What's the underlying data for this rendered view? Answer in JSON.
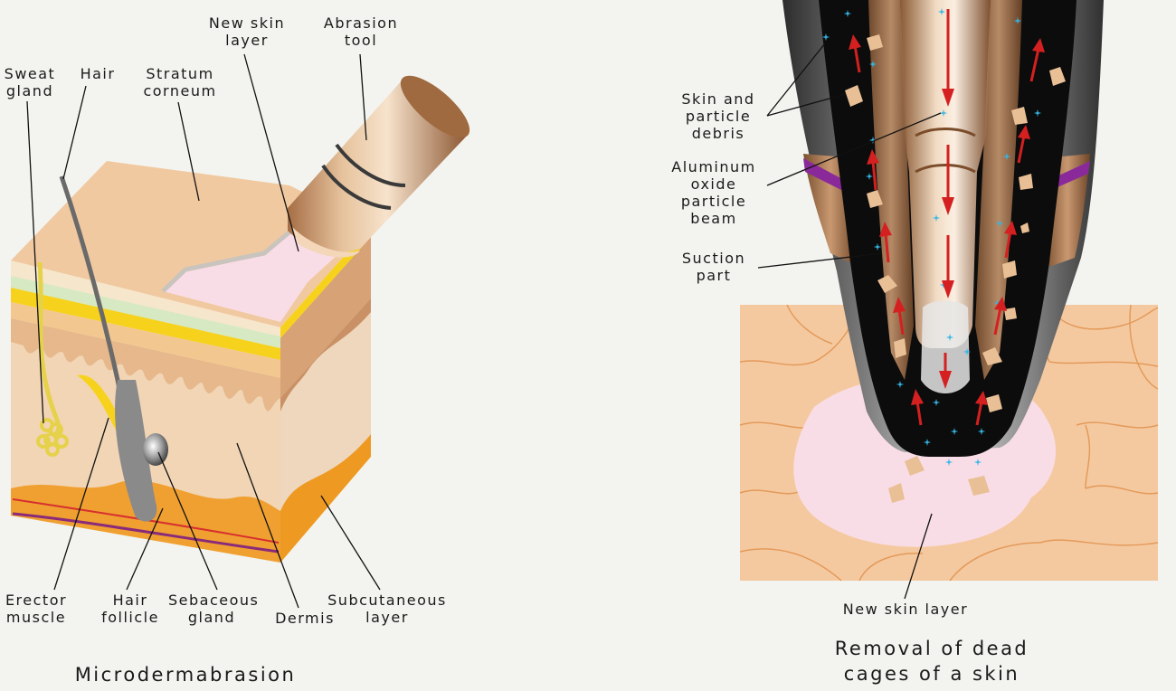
{
  "left_panel": {
    "caption": "Microdermabrasion",
    "labels": {
      "sweat_gland": "Sweat\ngland",
      "hair": "Hair",
      "stratum_corneum": "Stratum\ncorneum",
      "new_skin_layer": "New skin\nlayer",
      "abrasion_tool": "Abrasion\ntool",
      "erector_muscle": "Erector\nmuscle",
      "hair_follicle": "Hair\nfollicle",
      "sebaceous_gland": "Sebaceous\ngland",
      "dermis": "Dermis",
      "subcutaneous_layer": "Subcutaneous\nlayer"
    }
  },
  "right_panel": {
    "caption": "Removal of dead\ncages of a skin",
    "labels": {
      "debris": "Skin and\nparticle\ndebris",
      "beam": "Aluminum\noxide\nparticle\nbeam",
      "suction": "Suction\npart",
      "new_skin_layer": "New skin layer"
    }
  },
  "colors": {
    "background": "#f3f4f0",
    "skin_top": "#f0c9a0",
    "dermis": "#f1d5b5",
    "fat": "#f0a030",
    "new_skin": "#f9dde6",
    "arrow": "#d42020",
    "particle": "#35b6e6"
  }
}
